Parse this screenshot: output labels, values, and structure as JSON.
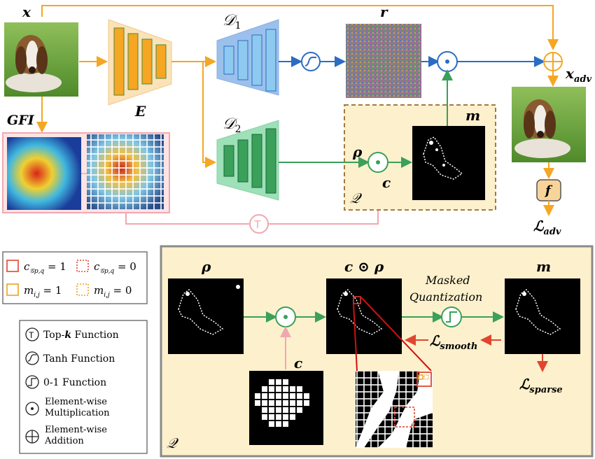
{
  "labels": {
    "x": "x",
    "E": "E",
    "D1": "𝒟",
    "D1_sub": "1",
    "D2": "𝒟",
    "D2_sub": "2",
    "r": "r",
    "x_adv": "x",
    "x_adv_sub": "adv",
    "GFI": "GFI",
    "m_top": "m",
    "rho_top": "ρ",
    "c_top": "c",
    "Q_top": "𝒬",
    "f": "f",
    "L_adv": "ℒ",
    "L_adv_sub": "adv",
    "rho_bottom": "ρ",
    "c_dot_rho": "c ⊙ ρ",
    "m_bottom": "m",
    "masked_quant_line1": "Masked",
    "masked_quant_line2": "Quantization",
    "L_smooth": "ℒ",
    "L_smooth_sub": "smooth",
    "c_bottom": "c",
    "L_sparse": "ℒ",
    "L_sparse_sub": "sparse",
    "Q_bottom": "𝒬"
  },
  "legend_boxes": [
    {
      "var": "c",
      "sub": "𝒢p,q",
      "eq": " = 1",
      "style": "solid",
      "color": "#e0452f"
    },
    {
      "var": "c",
      "sub": "𝒢p,q",
      "eq": " = 0",
      "style": "dotted",
      "color": "#e0452f"
    },
    {
      "var": "m",
      "sub": "i,j",
      "eq": " = 1",
      "style": "solid",
      "color": "#f0a020"
    },
    {
      "var": "m",
      "sub": "i,j",
      "eq": " = 0",
      "style": "dotted",
      "color": "#f0a020"
    }
  ],
  "legend_functions": [
    {
      "icon": "top-k-icon",
      "pre": "Top-",
      "k": "k",
      "post": " Function"
    },
    {
      "icon": "tanh-icon",
      "text": "Tanh Function"
    },
    {
      "icon": "step-icon",
      "text": "0-1 Function"
    },
    {
      "icon": "dot-icon",
      "line1": "Element-wise",
      "line2": "Multiplication"
    },
    {
      "icon": "plus-icon",
      "line1": "Element-wise",
      "line2": "Addition"
    }
  ],
  "colors": {
    "orange": "#f5a623",
    "blue": "#2b6cc4",
    "green": "#3aa05a",
    "pink": "#f0a8b0",
    "red": "#e0452f",
    "panel_fill": "#fdf0cc",
    "panel_border": "#a57a3a"
  }
}
